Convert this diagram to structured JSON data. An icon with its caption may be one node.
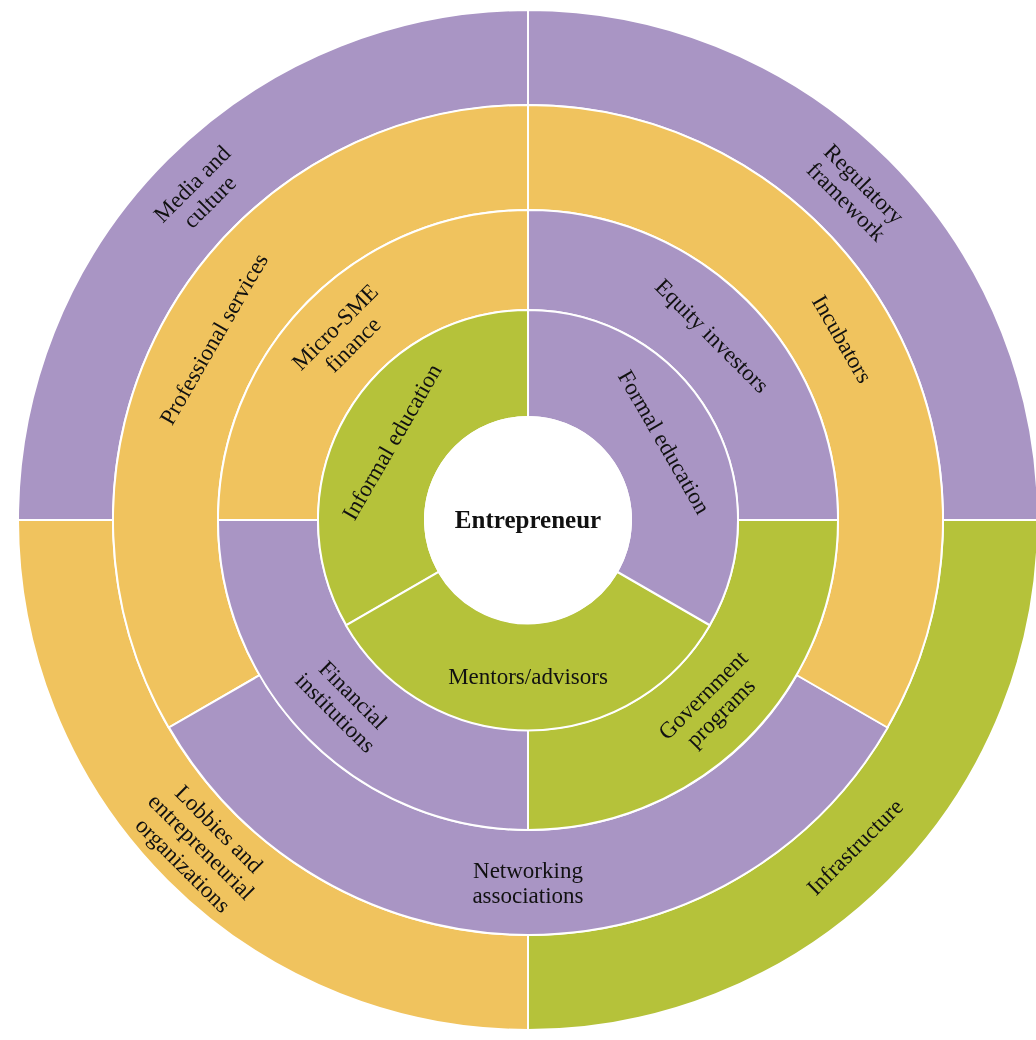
{
  "diagram": {
    "nodes": [
      {
        "text": [
          "Entrepreneur"
        ]
      },
      {
        "text": [
          "Formal education"
        ]
      },
      {
        "text": [
          "Mentors/advisors"
        ]
      },
      {
        "text": [
          "Informal education"
        ]
      },
      {
        "text": [
          "Equity investors"
        ]
      },
      {
        "text": [
          "Government programs"
        ]
      },
      {
        "text": [
          "Financial institutions"
        ]
      },
      {
        "text": [
          "Micro-SME finance"
        ]
      },
      {
        "text": [
          "Incubators"
        ]
      },
      {
        "text": [
          "Networking associations"
        ]
      },
      {
        "text": [
          "Professional services"
        ]
      },
      {
        "text": [
          "Regulatory framework"
        ]
      },
      {
        "text": [
          "Infrastructure"
        ]
      },
      {
        "text": [
          "Lobbies and entrepreneurial organizations"
        ]
      },
      {
        "text": [
          "Media and culture"
        ]
      }
    ]
  }
}
